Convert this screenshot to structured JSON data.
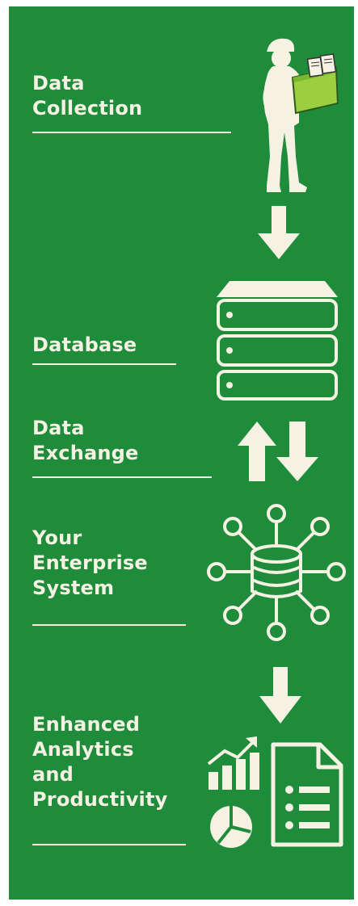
{
  "colors": {
    "background": "#1f8c3b",
    "foreground": "#f5f1e3",
    "accent": "#9bcf3f"
  },
  "steps": [
    {
      "lines": [
        "Data",
        "Collection"
      ],
      "icon": "worker-with-tablet-icon"
    },
    {
      "lines": [
        "Database"
      ],
      "icon": "server-stack-icon"
    },
    {
      "lines": [
        "Data",
        "Exchange"
      ],
      "icon": "bidirectional-arrows-icon"
    },
    {
      "lines": [
        "Your",
        "Enterprise",
        "System"
      ],
      "icon": "database-network-icon"
    },
    {
      "lines": [
        "Enhanced",
        "Analytics",
        "and",
        "Productivity"
      ],
      "icon": "analytics-report-icon"
    }
  ]
}
